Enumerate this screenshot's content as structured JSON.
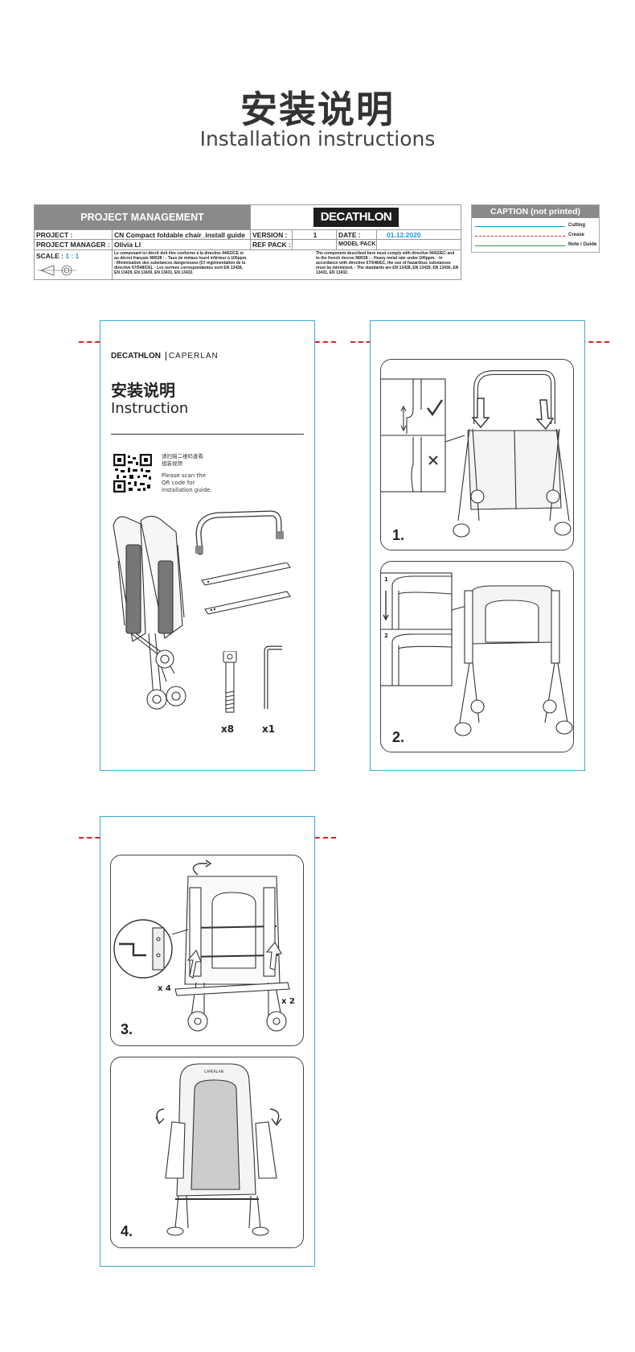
{
  "header": {
    "title_zh": "安装说明",
    "title_en": "Installation instructions"
  },
  "project_table": {
    "heading": "PROJECT MANAGEMENT",
    "logo": "DECATHLON",
    "project_label": "PROJECT :",
    "project_value": "CN Compact foldable chair_install guide",
    "version_label": "VERSION :",
    "version_value": "1",
    "date_label": "DATE :",
    "date_value": "01.12.2020",
    "manager_label": "PROJECT MANAGER :",
    "manager_value": "Olivia LI",
    "ref_pack_label": "REF PACK :",
    "model_pack_label": "MODEL PACK :",
    "scale_label": "SCALE :",
    "scale_value": "1 : 1",
    "note_fr": "Le composant ici décrit doit être conforme à la directive 94/62/CE et au décret français 98/638 : - Taux de métaux lourd inférieur à 100ppm. - Minimisation des substances dangereuses (Cf réglementation de la directive 67/548/CE). - Les normes correspondantes sont EN 13428, EN 13429, EN 13430, EN 13431, EN 13432.",
    "note_en": "The component described here must comply with directive 94/62/EC and to the french decree 98/638 : - Heavy metal rate under 100ppm. - In accordance with directive 67/548/EC, the use of hazardous substances must be minimized. - The standards are EN 13428, EN 13429, EN 13430, EN 13431, EN 13432."
  },
  "caption": {
    "heading": "CAPTION (not printed)",
    "items": [
      "Cutting",
      "Crease",
      "Note / Guide"
    ],
    "colors": {
      "cutting": "#1a9bd7",
      "crease": "#e02020",
      "note": "#2e9a3c"
    }
  },
  "cover": {
    "brand": "DECATHLON",
    "sub_brand": "CAPERLAN",
    "title_zh": "安装说明",
    "title_en": "Instruction",
    "qr_text_zh_1": "请扫描二维码查看",
    "qr_text_zh_2": "组装视频",
    "qr_text_en_1": "Please scan the",
    "qr_text_en_2": "QR code for",
    "qr_text_en_3": "installation guide.",
    "qty_screws": "x8",
    "qty_key": "x1"
  },
  "steps": {
    "s1": "1.",
    "s2": "2.",
    "s3": "3.",
    "s4": "4.",
    "inset2_a": "1",
    "inset2_b": "2",
    "qty_a": "x 4",
    "qty_b": "x 2",
    "chair_brand": "CAPERLAN"
  }
}
